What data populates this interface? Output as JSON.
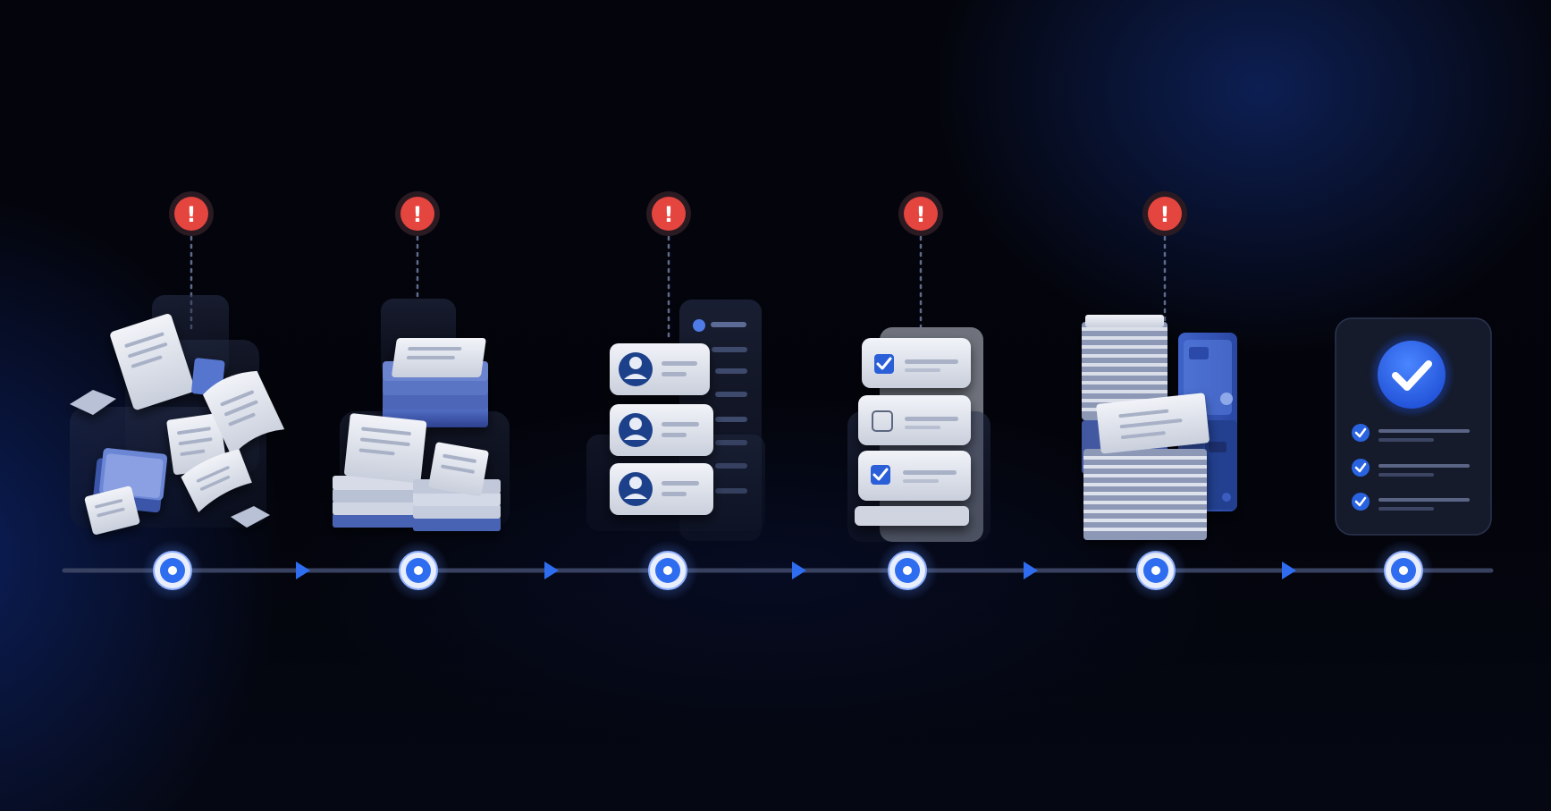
{
  "diagram": {
    "stages": [
      {
        "id": "scattered-papers",
        "icon": "scattered-papers-icon",
        "alert": true
      },
      {
        "id": "paper-stacks",
        "icon": "paper-stacks-icon",
        "alert": true
      },
      {
        "id": "contact-cards",
        "icon": "user-card-icon",
        "alert": true
      },
      {
        "id": "checklist",
        "icon": "checklist-icon",
        "alert": true
      },
      {
        "id": "archive-binders",
        "icon": "binder-icon",
        "alert": true
      },
      {
        "id": "completed-summary",
        "icon": "check-circle-icon",
        "alert": false
      }
    ],
    "alert_glyph": "!",
    "arrow_icon": "arrow-right-icon",
    "colors": {
      "background": "#03040b",
      "accent_blue": "#2f6df0",
      "alert_red": "#e5453f",
      "paper": "#e7eaf2",
      "timeline": "#3a4565"
    }
  }
}
